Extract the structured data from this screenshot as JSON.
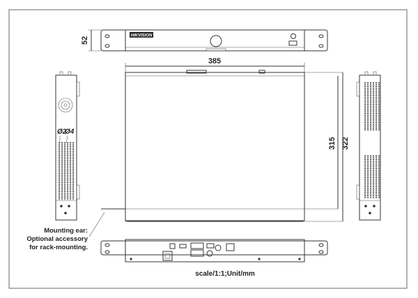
{
  "brand": "HIKVISION",
  "dimensions": {
    "height": "52",
    "width": "385",
    "depth_body": "315",
    "depth_total": "322",
    "hole_small": "Ø2",
    "hole_large": "Ø4"
  },
  "mounting_ear_note": [
    "Mounting ear:",
    "Optional accessory",
    "for rack-mounting."
  ],
  "scale_text": "scale/1:1;Unit/mm"
}
